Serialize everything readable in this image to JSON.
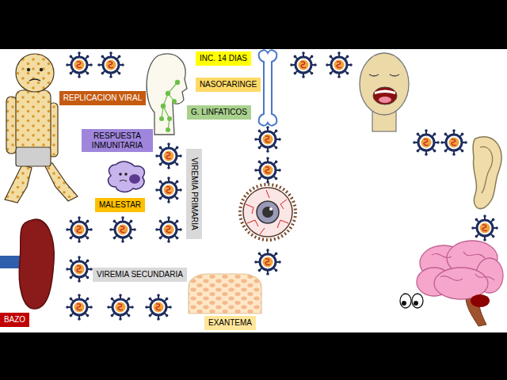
{
  "diagram": {
    "nodes": [
      {
        "text": [
          "INC. 14 DIAS"
        ]
      },
      {
        "text": [
          "NASOFARINGE"
        ]
      },
      {
        "text": [
          "REPLICACION VIRAL"
        ]
      },
      {
        "text": [
          "G. LINFATICOS"
        ]
      },
      {
        "text": [
          "RESPUESTA INMUNITARIA"
        ]
      },
      {
        "text": [
          "VIREMIA PRIMARIA"
        ]
      },
      {
        "text": [
          "MALESTAR"
        ]
      },
      {
        "text": [
          "VIREMIA SECUNDARIA"
        ]
      },
      {
        "text": [
          "BAZO"
        ]
      },
      {
        "text": [
          "EXANTEMA"
        ]
      }
    ]
  }
}
